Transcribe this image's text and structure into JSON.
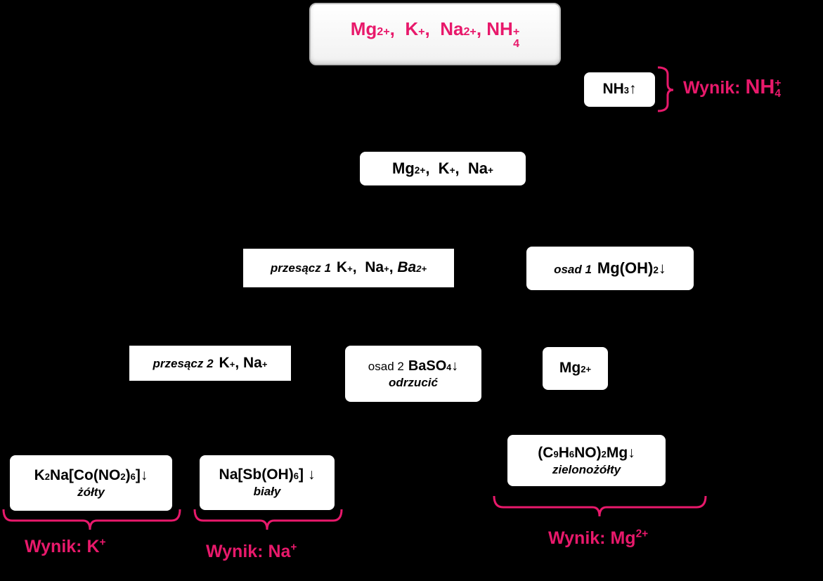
{
  "main_ions": {
    "mg": "Mg",
    "mg_charge": "2+",
    "k": "K",
    "k_charge": "+",
    "na": "Na",
    "na_charge": "2+",
    "nh": "NH",
    "nh_sup": "+",
    "nh_sub": "4"
  },
  "nh3_box": {
    "formula": "NH",
    "sub": "3",
    "arrow": "↑"
  },
  "result_nh4": {
    "label": "Wynik:",
    "ion": "NH",
    "sub": "4",
    "sup": "+"
  },
  "mid_ions": {
    "mg": "Mg",
    "mg_charge": "2+",
    "k": "K",
    "k_charge": "+",
    "na": "Na",
    "na_charge": "+"
  },
  "filtrate1": {
    "label": "przesącz 1",
    "k": "K",
    "k_charge": "+",
    "na": "Na",
    "na_charge": "+",
    "ba": "Ba",
    "ba_charge": "2+"
  },
  "precipitate1": {
    "label": "osad 1",
    "formula": "Mg(OH)",
    "sub": "2",
    "arrow": "↓"
  },
  "filtrate2": {
    "label": "przesącz 2",
    "k": "K",
    "k_charge": "+",
    "na": "Na",
    "na_charge": "+"
  },
  "precipitate2": {
    "label": "osad 2",
    "formula": "BaSO",
    "sub": "4",
    "arrow": "↓",
    "note": "odrzucić"
  },
  "mg_box": {
    "ion": "Mg",
    "charge": "2+"
  },
  "k_precipitate": {
    "p1": "K",
    "s1": "2",
    "p2": "Na[Co(NO",
    "s2": "2",
    "p3": ")",
    "s3": "6",
    "p4": "]",
    "arrow": "↓",
    "color": "żółty"
  },
  "na_precipitate": {
    "p1": "Na[Sb(OH)",
    "s1": "6",
    "p2": "]",
    "arrow": "↓",
    "color": "biały"
  },
  "mg_precipitate": {
    "p1": "(C",
    "s1": "9",
    "p2": "H",
    "s2": "6",
    "p3": "NO)",
    "s3": "2",
    "p4": "Mg",
    "arrow": "↓",
    "color": "zielonożółty"
  },
  "result_k": {
    "label": "Wynik:",
    "ion": "K",
    "sup": "+"
  },
  "result_na": {
    "label": "Wynik:",
    "ion": "Na",
    "sup": "+"
  },
  "result_mg": {
    "label": "Wynik:",
    "ion": "Mg",
    "sup": "2+"
  },
  "colors": {
    "accent": "#e8196b",
    "background": "#000000",
    "box": "#ffffff"
  }
}
